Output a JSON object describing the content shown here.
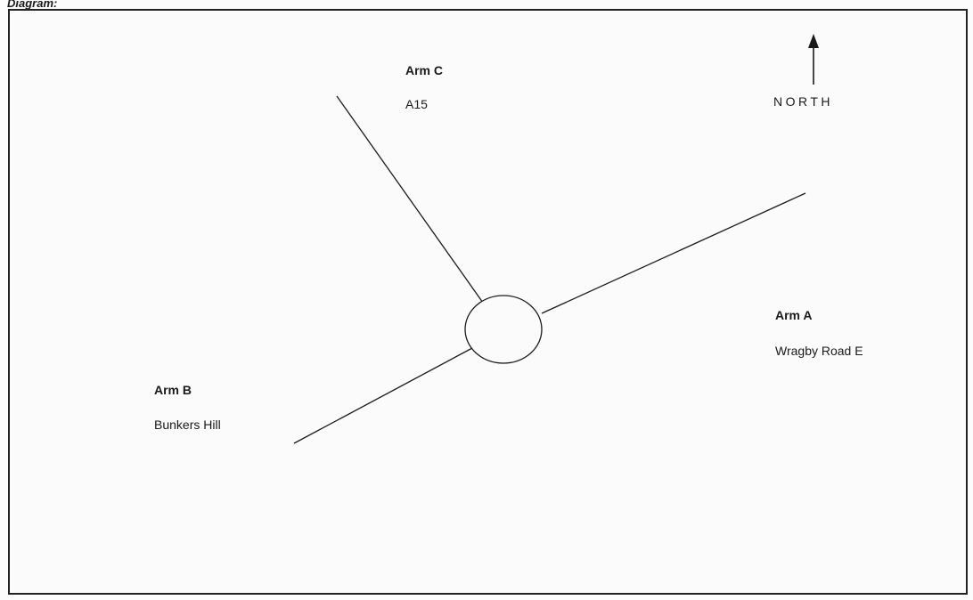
{
  "heading": "Diagram:",
  "compass": {
    "label": "NORTH",
    "icon": "north-arrow-icon"
  },
  "junction": {
    "type": "roundabout"
  },
  "arms": {
    "a": {
      "title": "Arm A",
      "road": "Wragby Road E"
    },
    "b": {
      "title": "Arm B",
      "road": "Bunkers Hill"
    },
    "c": {
      "title": "Arm C",
      "road": "A15"
    }
  },
  "colors": {
    "ink": "#1a1a1a",
    "frame": "#222222",
    "paper": "#fbfbfb"
  }
}
